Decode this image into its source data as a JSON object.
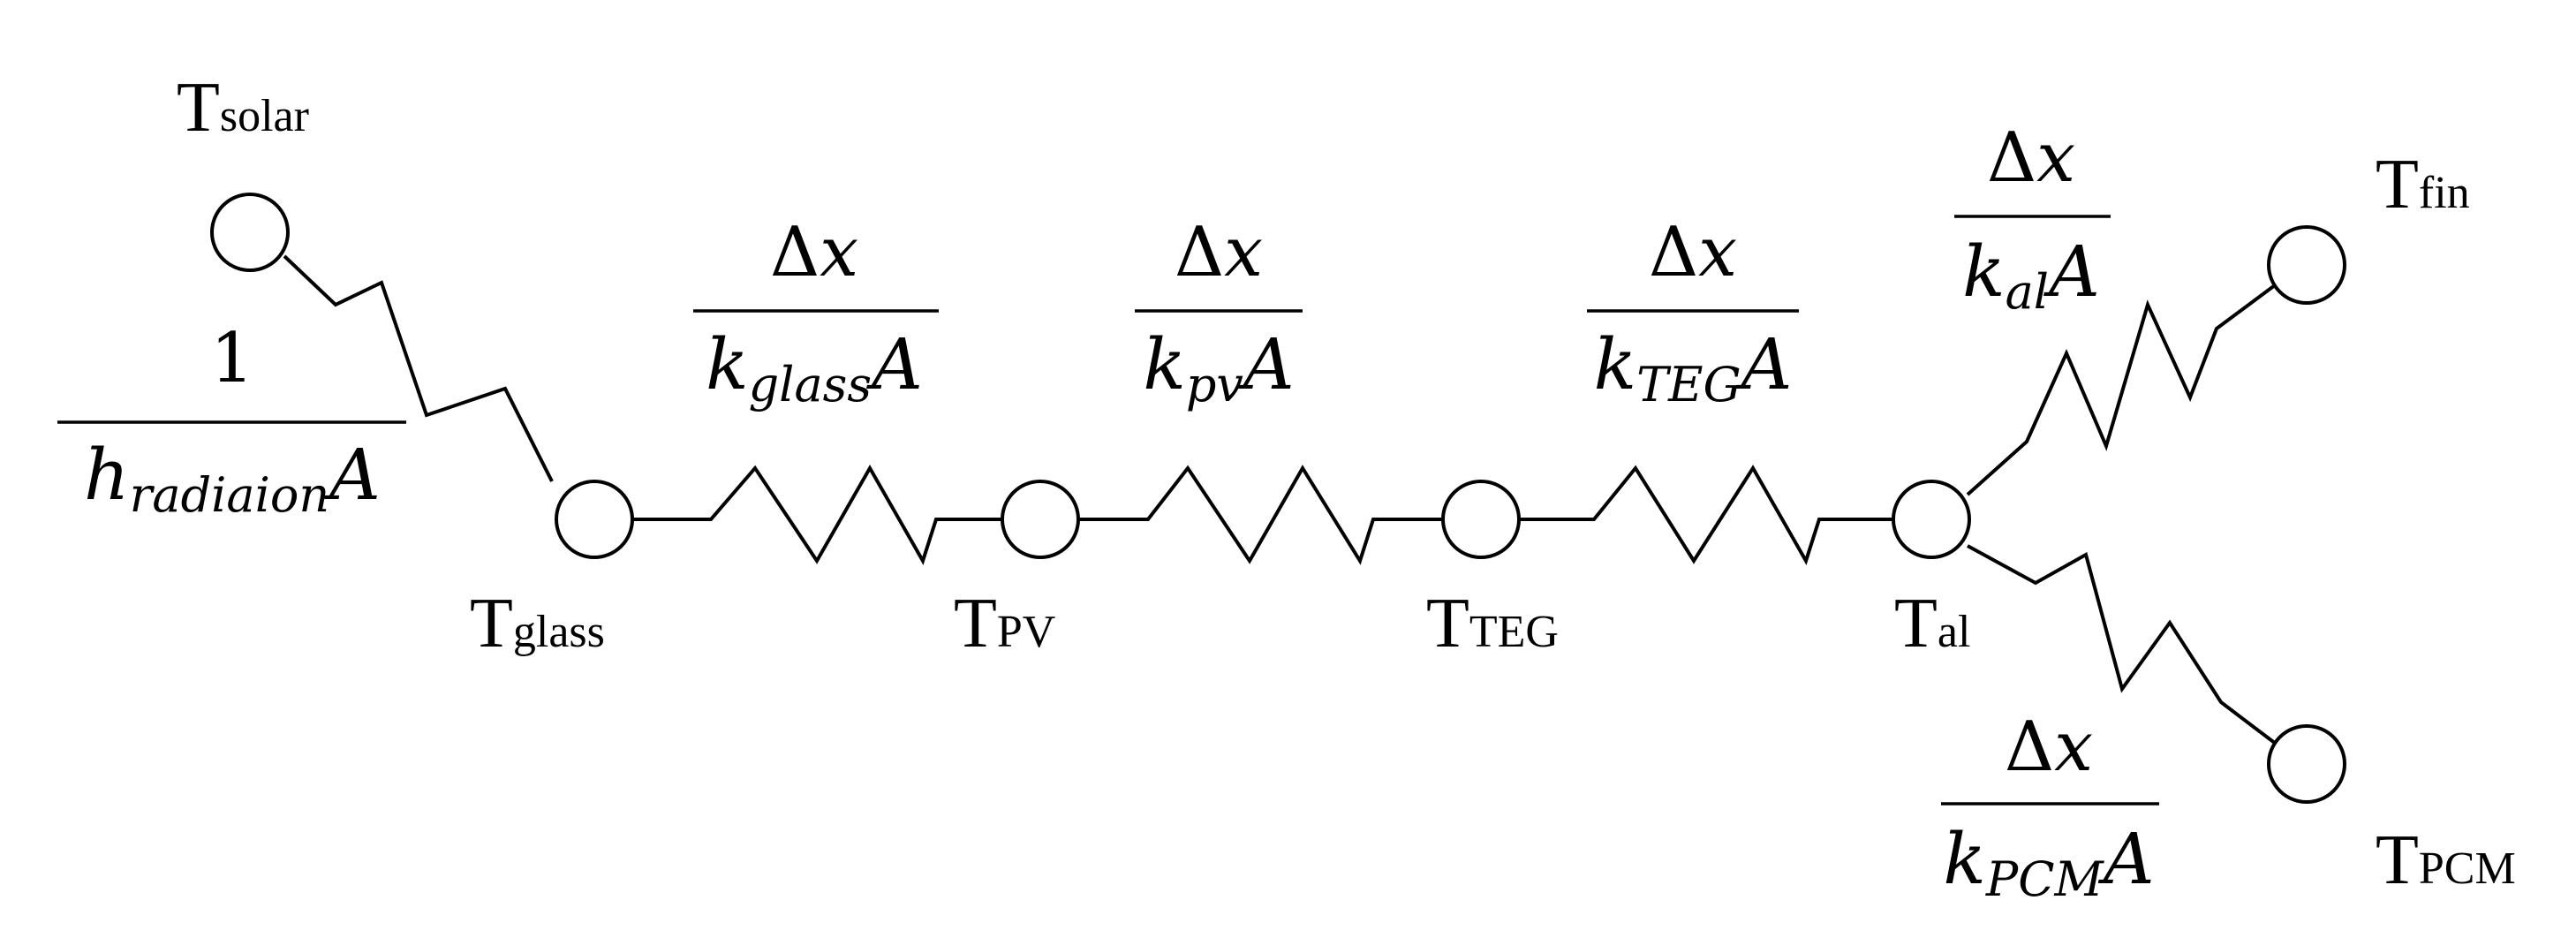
{
  "nodes": {
    "solar": {
      "T": "T",
      "sub": "solar"
    },
    "glass": {
      "T": "T",
      "sub": "glass"
    },
    "pv": {
      "T": "T",
      "sub": "PV"
    },
    "teg": {
      "T": "T",
      "sub": "TEG"
    },
    "al": {
      "T": "T",
      "sub": "al"
    },
    "fin": {
      "T": "T",
      "sub": "fin"
    },
    "pcm": {
      "T": "T",
      "sub": "PCM"
    }
  },
  "resistors": {
    "radiation": {
      "num": "1",
      "den_k": "h",
      "den_sub": "radiaion",
      "den_A": "A"
    },
    "glass": {
      "num_delta": "Δ",
      "num_x": "x",
      "den_k": "k",
      "den_sub": "glass",
      "den_A": "A"
    },
    "pv": {
      "num_delta": "Δ",
      "num_x": "x",
      "den_k": "k",
      "den_sub": "pv",
      "den_A": "A"
    },
    "teg": {
      "num_delta": "Δ",
      "num_x": "x",
      "den_k": "k",
      "den_sub": "TEG",
      "den_A": "A"
    },
    "al": {
      "num_delta": "Δ",
      "num_x": "x",
      "den_k": "k",
      "den_sub": "al",
      "den_A": "A"
    },
    "pcm": {
      "num_delta": "Δ",
      "num_x": "x",
      "den_k": "k",
      "den_sub": "PCM",
      "den_A": "A"
    }
  }
}
